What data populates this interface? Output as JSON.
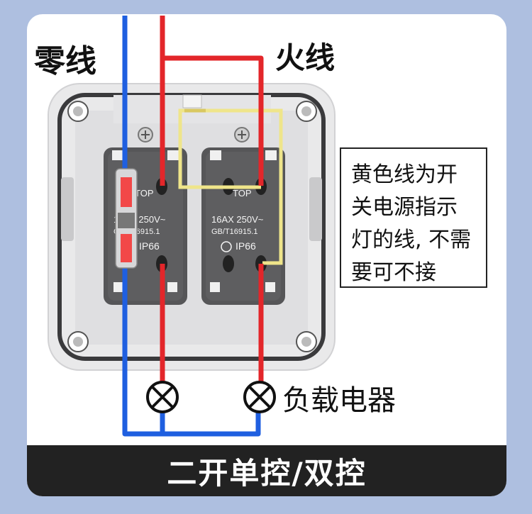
{
  "labels": {
    "neutral_wire": "零线",
    "live_wire": "火线",
    "load": "负载电器",
    "note_lines": [
      "黄色线为开",
      "关电源指示",
      "灯的线, 不需",
      "要可不接"
    ]
  },
  "title": "二开单控/双控",
  "socket_markings": {
    "brand": "TOP",
    "rating": "16AX 250V~",
    "standard": "GB/T16915.1",
    "ip": "IP66"
  },
  "colors": {
    "background": "#aebfe0",
    "neutral_wire": "#1f5fe0",
    "live_wire": "#e3262a",
    "indicator_wire": "#efe58a",
    "bar": "#222222"
  }
}
